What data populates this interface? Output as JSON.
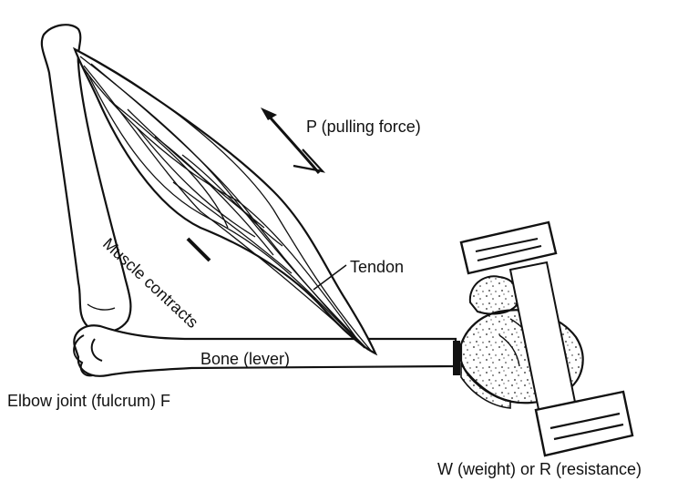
{
  "labels": {
    "pulling_force": "P (pulling force)",
    "tendon": "Tendon",
    "muscle": "Muscle contracts",
    "bone": "Bone (lever)",
    "elbow": "Elbow joint (fulcrum) F",
    "weight": "W (weight) or R (resistance)"
  },
  "colors": {
    "ink": "#111111",
    "background": "#ffffff"
  }
}
